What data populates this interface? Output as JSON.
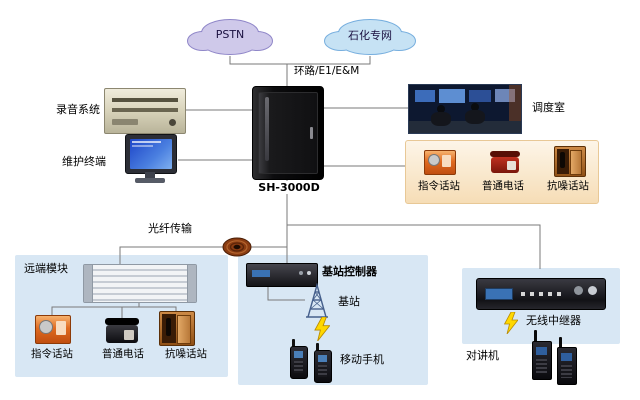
{
  "diagram": {
    "pstn_cloud": "PSTN",
    "petro_cloud": "石化专网",
    "trunk_label": "环路/E1/E&M",
    "cabinet_label": "SH-3000D",
    "recording_label": "录音系统",
    "maintenance_label": "维护终端",
    "dispatch_label": "调度室",
    "fiber_label": "光纤传输",
    "dispatch_stations": {
      "command": "指令话站",
      "telephone": "普通电话",
      "noise": "抗噪话站"
    },
    "remote_box": {
      "title": "远端模块",
      "command": "指令话站",
      "telephone": "普通电话",
      "noise": "抗噪话站"
    },
    "bsc_box": {
      "controller": "基站控制器",
      "base_station": "基站",
      "mobile": "移动手机"
    },
    "repeater_box": {
      "repeater": "无线中继器",
      "intercom": "对讲机"
    }
  },
  "colors": {
    "pstn_cloud_fill": "#cfc9ea",
    "pstn_cloud_stroke": "#8f86c8",
    "petro_cloud_fill": "#c6e2f4",
    "petro_cloud_stroke": "#76aede",
    "panel_blue": "#d8e7f4",
    "panel_peach": "#f6ddb6",
    "lightning_yellow": "#ffd800",
    "wire_gray": "#7a7a7a"
  }
}
